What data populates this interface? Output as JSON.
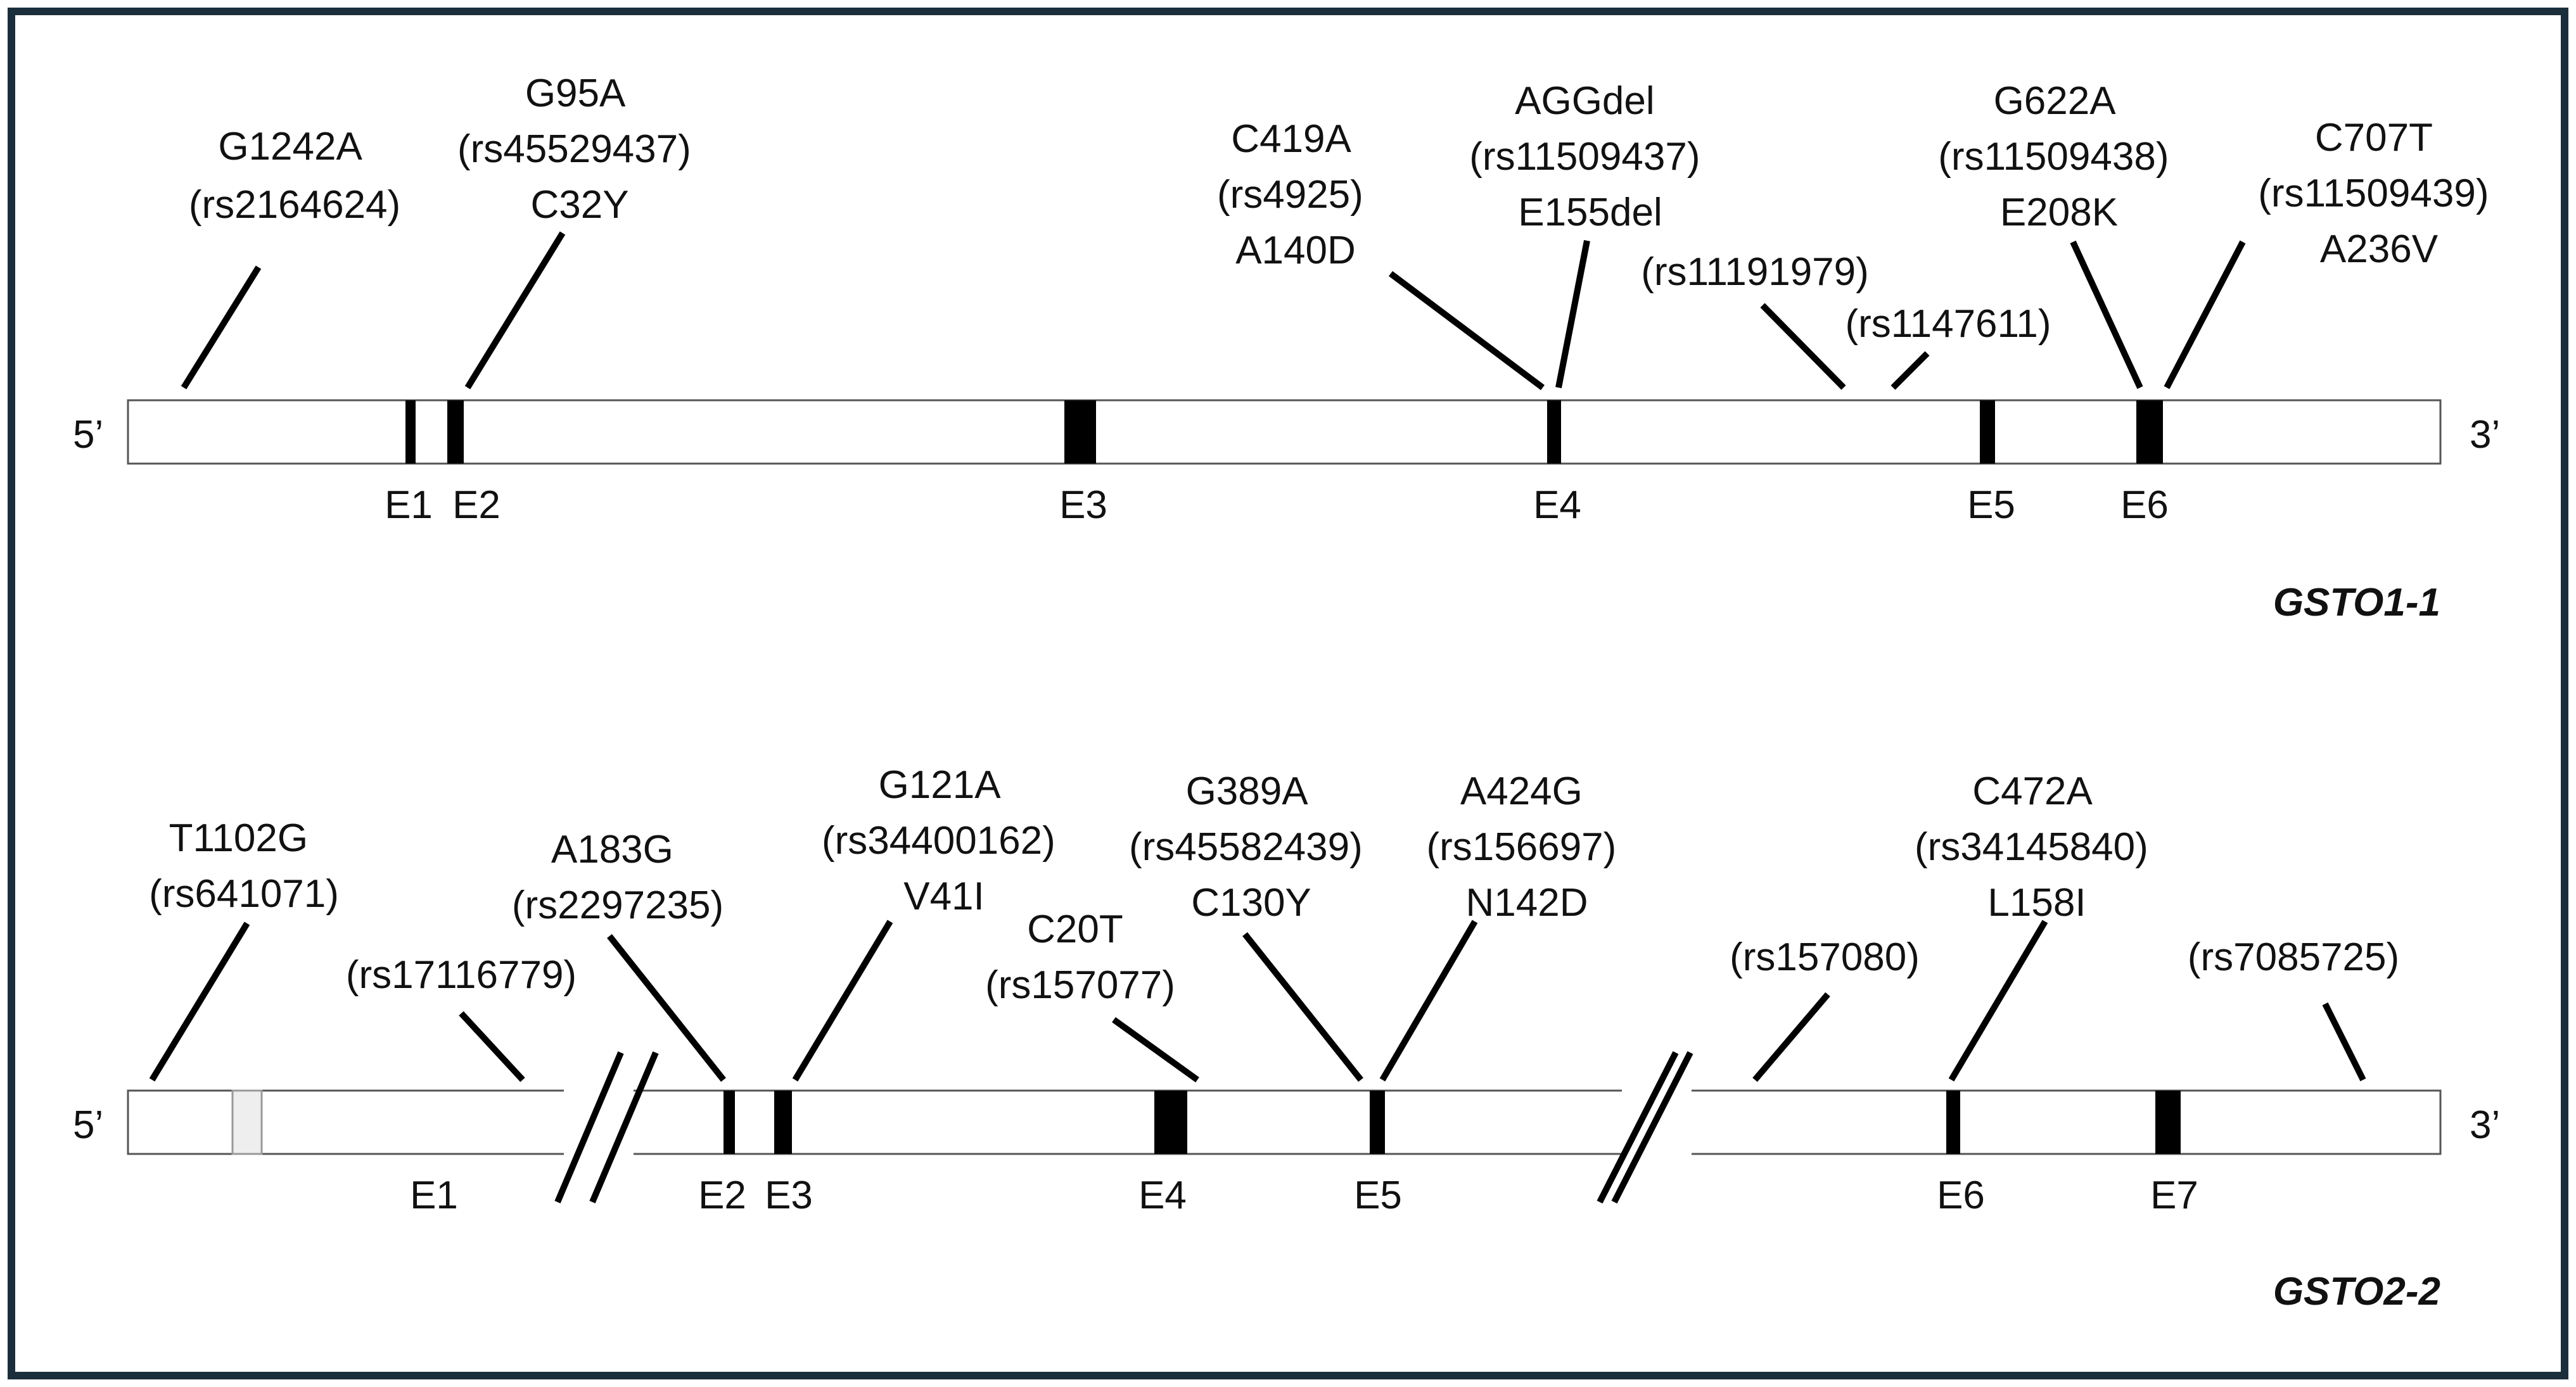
{
  "colors": {
    "frame": "#1b2e3c",
    "exon": "#000000",
    "track_border": "#555555",
    "utr_box": "#eeeeee"
  },
  "panels": [
    {
      "id": "gsto1",
      "gene": "GSTO1-1",
      "five": "5’",
      "three": "3’",
      "exons": [
        {
          "id": "e1",
          "label": "E1"
        },
        {
          "id": "e2",
          "label": "E2"
        },
        {
          "id": "e3",
          "label": "E3"
        },
        {
          "id": "e4",
          "label": "E4"
        },
        {
          "id": "e5",
          "label": "E5"
        },
        {
          "id": "e6",
          "label": "E6"
        }
      ],
      "variants": [
        {
          "id": "v1",
          "lines": [
            "G1242A",
            "(rs2164624)"
          ]
        },
        {
          "id": "v2",
          "lines": [
            "G95A",
            "(rs45529437)",
            "C32Y"
          ]
        },
        {
          "id": "v3",
          "lines": [
            "C419A",
            "(rs4925)",
            "A140D"
          ]
        },
        {
          "id": "v4",
          "lines": [
            "AGGdel",
            "(rs11509437)",
            "E155del"
          ]
        },
        {
          "id": "v5",
          "lines": [
            "(rs11191979)"
          ]
        },
        {
          "id": "v6",
          "lines": [
            "(rs1147611)"
          ]
        },
        {
          "id": "v7",
          "lines": [
            "G622A",
            "(rs11509438)",
            "E208K"
          ]
        },
        {
          "id": "v8",
          "lines": [
            "C707T",
            "(rs11509439)",
            "A236V"
          ]
        }
      ]
    },
    {
      "id": "gsto2",
      "gene": "GSTO2-2",
      "five": "5’",
      "three": "3’",
      "exons": [
        {
          "id": "e1",
          "label": "E1"
        },
        {
          "id": "e2",
          "label": "E2"
        },
        {
          "id": "e3",
          "label": "E3"
        },
        {
          "id": "e4",
          "label": "E4"
        },
        {
          "id": "e5",
          "label": "E5"
        },
        {
          "id": "e6",
          "label": "E6"
        },
        {
          "id": "e7",
          "label": "E7"
        }
      ],
      "variants": [
        {
          "id": "v1",
          "lines": [
            "T1102G",
            "(rs641071)"
          ]
        },
        {
          "id": "v2",
          "lines": [
            "(rs17116779)"
          ]
        },
        {
          "id": "v3",
          "lines": [
            "A183G",
            "(rs2297235)"
          ]
        },
        {
          "id": "v4",
          "lines": [
            "G121A",
            "(rs34400162)",
            "V41I"
          ]
        },
        {
          "id": "v5",
          "lines": [
            "C20T",
            "(rs157077)"
          ]
        },
        {
          "id": "v6",
          "lines": [
            "G389A",
            "(rs45582439)",
            "C130Y"
          ]
        },
        {
          "id": "v7",
          "lines": [
            "A424G",
            "(rs156697)",
            "N142D"
          ]
        },
        {
          "id": "v8",
          "lines": [
            "(rs157080)"
          ]
        },
        {
          "id": "v9",
          "lines": [
            "C472A",
            "(rs34145840)",
            "L158I"
          ]
        },
        {
          "id": "v10",
          "lines": [
            "(rs7085725)"
          ]
        }
      ]
    }
  ]
}
